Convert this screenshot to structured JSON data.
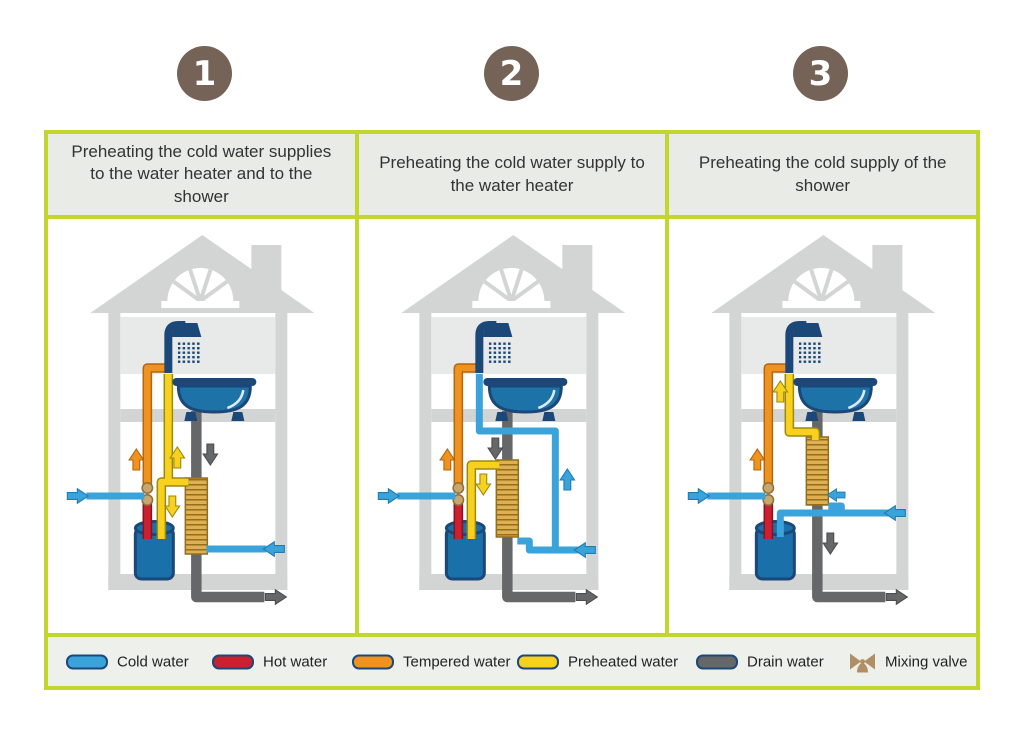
{
  "panels": [
    {
      "number": "1",
      "title": "Preheating the cold water supplies to the water heater and to the shower"
    },
    {
      "number": "2",
      "title": "Preheating the cold water supply to the water heater"
    },
    {
      "number": "3",
      "title": "Preheating the cold supply of the shower"
    }
  ],
  "legend": {
    "items": [
      {
        "label": "Cold water",
        "color_key": "cold"
      },
      {
        "label": "Hot water",
        "color_key": "hot"
      },
      {
        "label": "Tempered water",
        "color_key": "tempered"
      },
      {
        "label": "Preheated water",
        "color_key": "preheated"
      },
      {
        "label": "Drain water",
        "color_key": "drain"
      },
      {
        "label": "Mixing valve",
        "color_key": "valve_icon"
      }
    ]
  },
  "colors": {
    "cold": "#3aa4da",
    "cold_dark": "#1f7cb2",
    "hot": "#cb2030",
    "hot_dark": "#8c1120",
    "tempered": "#ef9320",
    "tempered_dark": "#b5650d",
    "preheated": "#f7d11e",
    "preheated_dark": "#9c8a10",
    "drain": "#656769",
    "drain_dark": "#4b4d4f",
    "navy": "#1c4879",
    "tank": "#1a70a8",
    "tub": "#1d72a8",
    "coil": "#dfaf52",
    "coil_dark": "#916f1d",
    "valve": "#c9a66a",
    "valve_dark": "#8f6f3a",
    "valve_icon": "#b18f66",
    "house": "#d3d5d4",
    "house_light": "#e8eae9",
    "border_green": "#c2d62e",
    "panel_header_bg": "#e9ebe7",
    "legend_bg": "#eef0ec",
    "number_circle": "#746356",
    "number_text": "#ffffff",
    "title_text": "#333333",
    "legend_text": "#222222"
  }
}
